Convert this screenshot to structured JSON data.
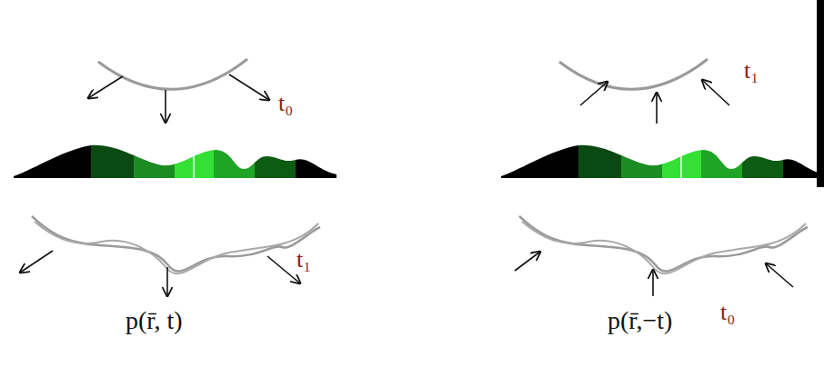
{
  "diagram": {
    "labels": [
      "t₀",
      "t₁",
      "p(r̄, t)",
      "t₁",
      "t₀",
      "p(r̄,−t)"
    ]
  }
}
